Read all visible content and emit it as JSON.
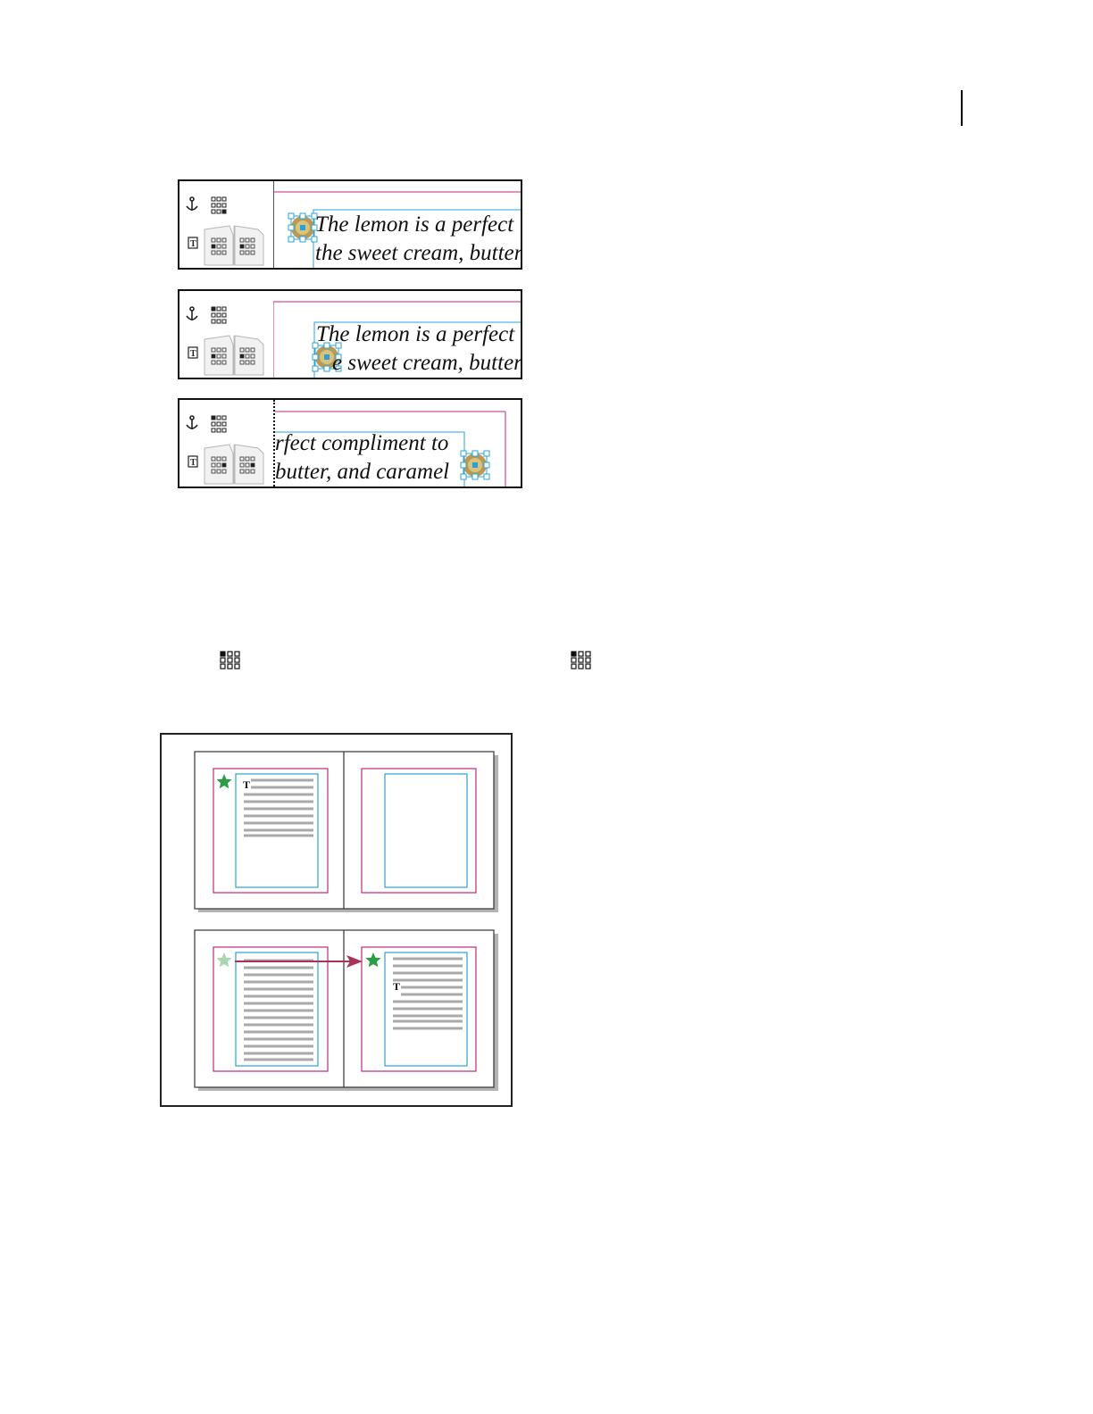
{
  "header": {
    "marker": "page-edge-marker"
  },
  "examples": [
    {
      "line1": "The lemon is a perfect",
      "line2": "the sweet cream, butter"
    },
    {
      "line1": "The lemon is a perfect",
      "line2": "e sweet cream, butter"
    },
    {
      "line1": "rfect compliment to",
      "line2": "butter, and caramel"
    }
  ],
  "body_icons": [
    "reference-point-grid-icon",
    "reference-point-grid-icon"
  ],
  "diagram": {
    "text_frame_glyph": "T"
  },
  "colors": {
    "margin_guide": "#c4267a",
    "frame": "#29a3d6",
    "star": "#2a9d45",
    "star_faded": "#a9d6b2",
    "arrow": "#a8325a"
  }
}
